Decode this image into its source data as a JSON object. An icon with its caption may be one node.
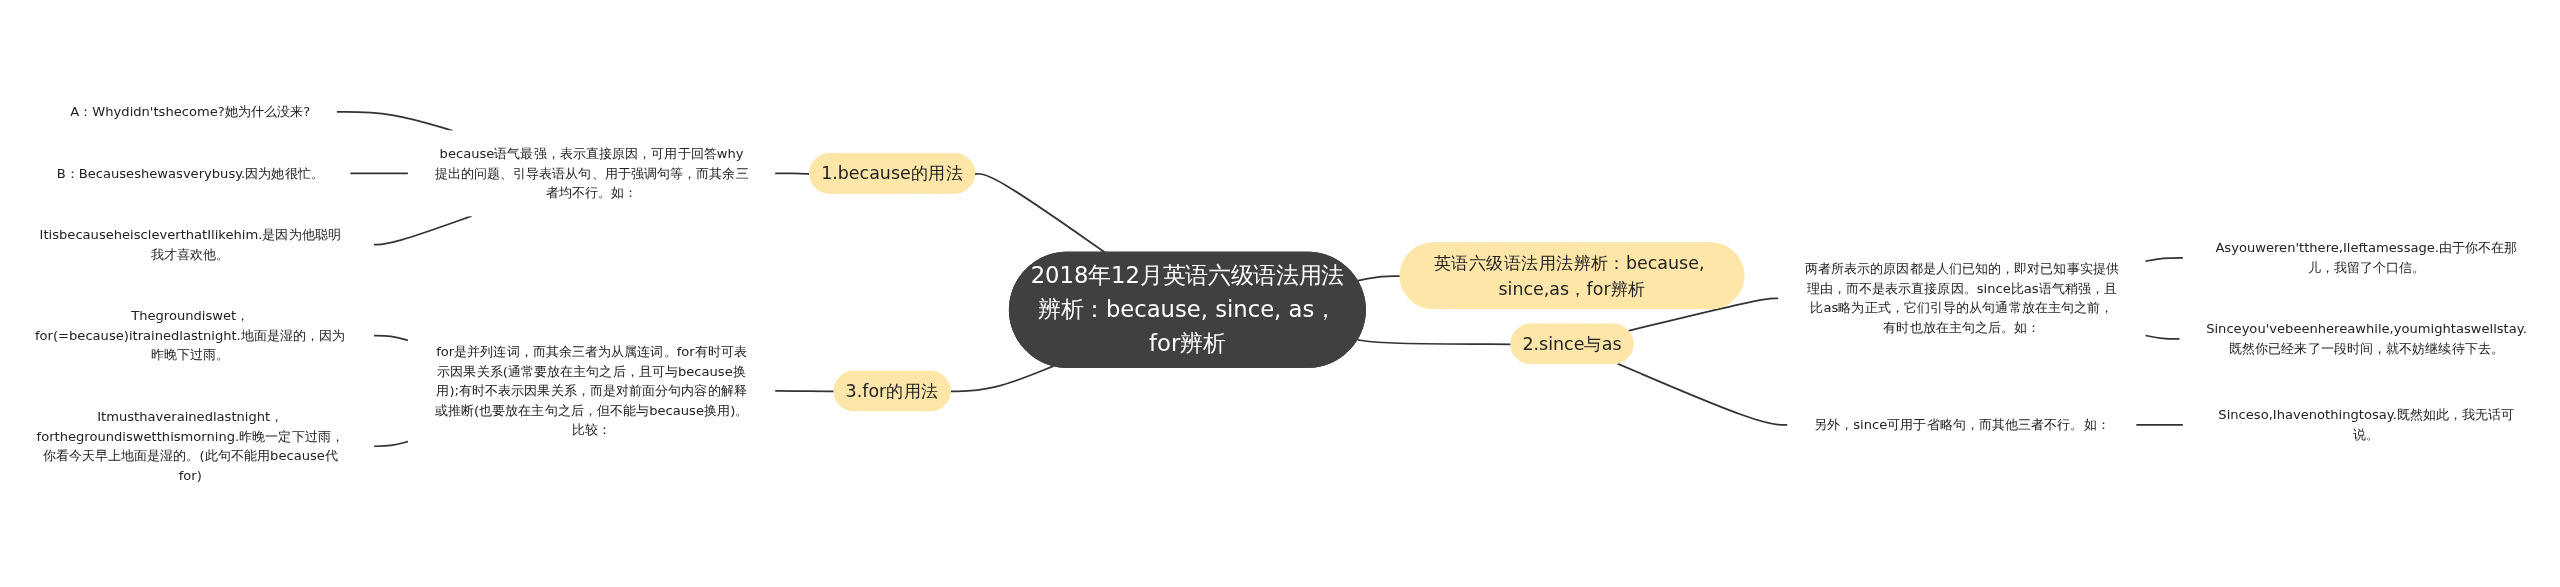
{
  "diagram": {
    "nodes": [
      {
        "text": [
          "2018年12月英语六级语法用法辨析：because, since, as，for辨析"
        ]
      },
      {
        "text": [
          "英语六级语法用法辨析：because, since,as，for辨析"
        ]
      },
      {
        "text": [
          "1.because的用法"
        ]
      },
      {
        "text": [
          "because语气最强，表示直接原因，可用于回答why提出的问题、引导表语从句、用于强调句等，而其余三者均不行。如："
        ]
      },
      {
        "text": [
          "A：Whydidn'tshecome?她为什么没来?"
        ]
      },
      {
        "text": [
          "B：Becauseshewasverybusy.因为她很忙。"
        ]
      },
      {
        "text": [
          "ItisbecauseheiscleverthatIlikehim.是因为他聪明我才喜欢他。"
        ]
      },
      {
        "text": [
          "2.since与as"
        ]
      },
      {
        "text": [
          "两者所表示的原因都是人们已知的，即对已知事实提供理由，而不是表示直接原因。since比as语气稍强，且比as略为正式，它们引导的从句通常放在主句之前，有时也放在主句之后。如："
        ]
      },
      {
        "text": [
          "Asyouweren'tthere,Ileftamessage.由于你不在那儿，我留了个口信。"
        ]
      },
      {
        "text": [
          "Sinceyou'vebeenhereawhile,youmightaswellstay.既然你已经来了一段时间，就不妨继续待下去。"
        ]
      },
      {
        "text": [
          "另外，since可用于省略句，而其他三者不行。如："
        ]
      },
      {
        "text": [
          "Sinceso,Ihavenothingtosay.既然如此，我无话可说。"
        ]
      },
      {
        "text": [
          "3.for的用法"
        ]
      },
      {
        "text": [
          "for是并列连词，而其余三者为从属连词。for有时可表示因果关系(通常要放在主句之后，且可与because换用);有时不表示因果关系，而是对前面分句内容的解释或推断(也要放在主句之后，但不能与because换用)。比较："
        ]
      },
      {
        "text": [
          "Thegroundiswet，for(=because)itrainedlastnight.地面是湿的，因为昨晚下过雨。"
        ]
      },
      {
        "text": [
          "Itmusthaverainedlastnight，forthegroundiswetthismorning.昨晚一定下过雨，你看今天早上地面是湿的。(此句不能用because代for)"
        ]
      }
    ],
    "edges": [
      {
        "from": 0,
        "to": 1,
        "arrow": "none"
      },
      {
        "from": 2,
        "to": 0,
        "arrow": "none"
      },
      {
        "from": 3,
        "to": 2,
        "arrow": "none"
      },
      {
        "from": 4,
        "to": 3,
        "arrow": "none"
      },
      {
        "from": 5,
        "to": 3,
        "arrow": "none"
      },
      {
        "from": 6,
        "to": 3,
        "arrow": "none"
      },
      {
        "from": 0,
        "to": 7,
        "arrow": "none"
      },
      {
        "from": 7,
        "to": 8,
        "arrow": "none"
      },
      {
        "from": 8,
        "to": 9,
        "arrow": "none"
      },
      {
        "from": 8,
        "to": 10,
        "arrow": "none"
      },
      {
        "from": 7,
        "to": 11,
        "arrow": "none"
      },
      {
        "from": 11,
        "to": 12,
        "arrow": "none"
      },
      {
        "from": 13,
        "to": 0,
        "arrow": "none"
      },
      {
        "from": 14,
        "to": 13,
        "arrow": "none"
      },
      {
        "from": 15,
        "to": 14,
        "arrow": "none"
      },
      {
        "from": 16,
        "to": 14,
        "arrow": "none"
      }
    ]
  }
}
